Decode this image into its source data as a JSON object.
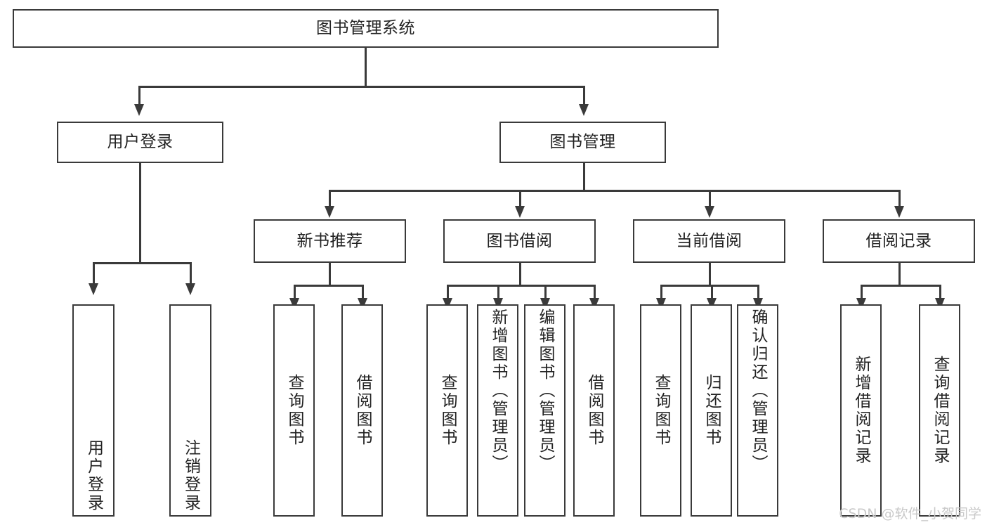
{
  "diagram": {
    "type": "tree",
    "title": "图书管理系统",
    "root": {
      "label": "图书管理系统"
    },
    "level2": [
      {
        "label": "用户登录"
      },
      {
        "label": "图书管理"
      }
    ],
    "level3": [
      {
        "label": "新书推荐"
      },
      {
        "label": "图书借阅"
      },
      {
        "label": "当前借阅"
      },
      {
        "label": "借阅记录"
      }
    ],
    "leaves": {
      "user_login": [
        {
          "label": "用户登录"
        },
        {
          "label": "注销登录"
        }
      ],
      "new_book_recommend": [
        {
          "label": "查询图书"
        },
        {
          "label": "借阅图书"
        }
      ],
      "book_borrow": [
        {
          "label": "查询图书"
        },
        {
          "label": "新增图书（管理员）"
        },
        {
          "label": "编辑图书（管理员）"
        },
        {
          "label": "借阅图书"
        }
      ],
      "current_borrow": [
        {
          "label": "查询图书"
        },
        {
          "label": "归还图书"
        },
        {
          "label": "确认归还（管理员）"
        }
      ],
      "borrow_record": [
        {
          "label": "新增借阅记录"
        },
        {
          "label": "查询借阅记录"
        }
      ]
    }
  },
  "watermark": {
    "text": "CSDN @软件_小贺同学"
  },
  "colors": {
    "stroke": "#3a3a3a",
    "text": "#222222",
    "background": "#ffffff",
    "watermark": "#c9c9c9"
  }
}
